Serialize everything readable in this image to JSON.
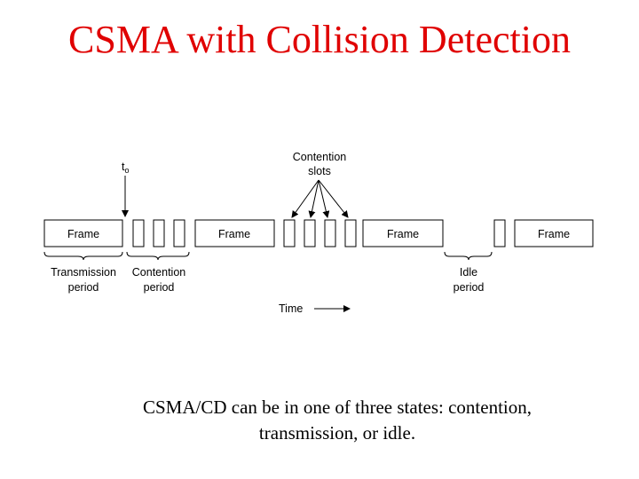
{
  "title": "CSMA with Collision Detection",
  "colors": {
    "title": "#e00000",
    "text": "#000000"
  },
  "diagram": {
    "t0_label": "t",
    "t0_subscript": "o",
    "contention_slots_label": [
      "Contention",
      "slots"
    ],
    "frames": [
      "Frame",
      "Frame",
      "Frame",
      "Frame"
    ],
    "transmission_period": [
      "Transmission",
      "period"
    ],
    "contention_period": [
      "Contention",
      "period"
    ],
    "idle_period": [
      "Idle",
      "period"
    ],
    "time_label": "Time"
  },
  "caption": {
    "line1": "CSMA/CD can be in one of three states: contention,",
    "line2": "transmission, or idle."
  }
}
